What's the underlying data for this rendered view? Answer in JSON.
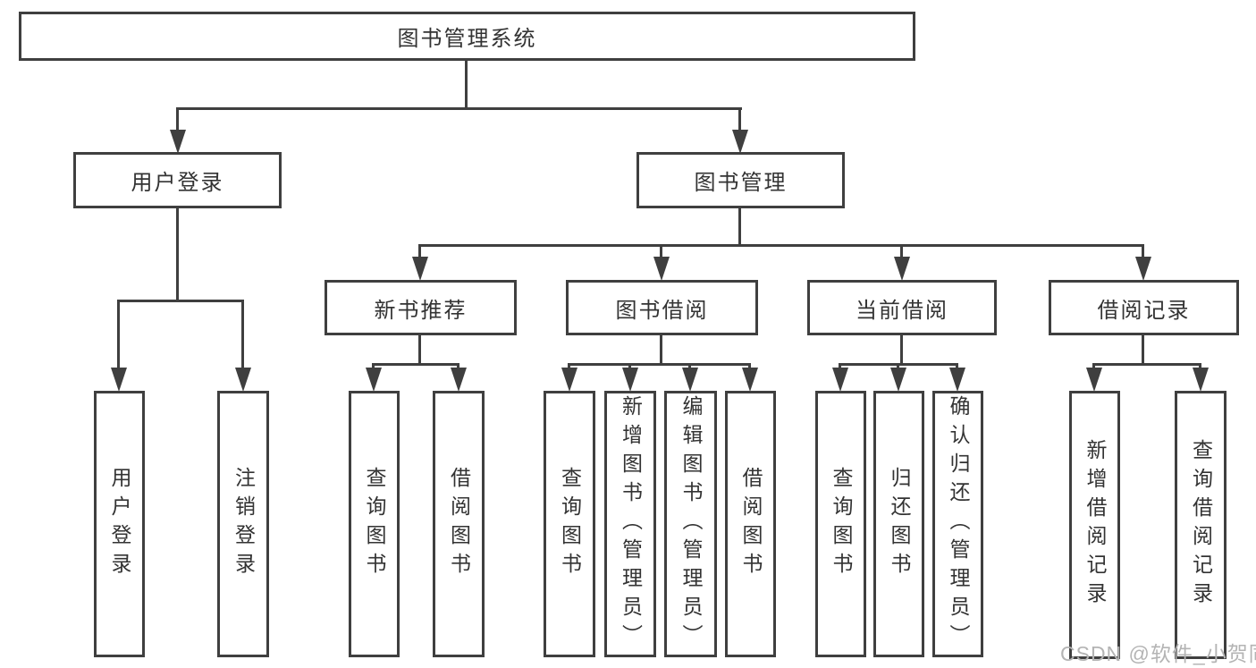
{
  "diagram": {
    "title": "图书管理系统",
    "watermark": "CSDN @软件_小贺同学",
    "colors": {
      "line": "#3f3f3f",
      "text": "#333333",
      "box_background": "#ffffff",
      "watermark": "#b4b4b4"
    },
    "nodes": {
      "root": "图书管理系统",
      "user_login": "用户登录",
      "book_mgmt": "图书管理",
      "new_book_rec": "新书推荐",
      "book_borrow": "图书借阅",
      "current_borrow": "当前借阅",
      "borrow_record": "借阅记录",
      "g1a": "用户登录",
      "g1b": "注销登录",
      "g2a": "查询图书",
      "g2b": "借阅图书",
      "g3a": "查询图书",
      "g3b": "新增图书（管理员）",
      "g3c": "编辑图书（管理员）",
      "g3d": "借阅图书",
      "g4a": "查询图书",
      "g4b": "归还图书",
      "g4c": "确认归还（管理员）",
      "g5a": "新增借阅记录",
      "g5b": "查询借阅记录"
    },
    "hierarchy": {
      "图书管理系统": [
        "用户登录",
        "图书管理"
      ],
      "用户登录": [
        "用户登录",
        "注销登录"
      ],
      "图书管理": [
        "新书推荐",
        "图书借阅",
        "当前借阅",
        "借阅记录"
      ],
      "新书推荐": [
        "查询图书",
        "借阅图书"
      ],
      "图书借阅": [
        "查询图书",
        "新增图书（管理员）",
        "编辑图书（管理员）",
        "借阅图书"
      ],
      "当前借阅": [
        "查询图书",
        "归还图书",
        "确认归还（管理员）"
      ],
      "借阅记录": [
        "新增借阅记录",
        "查询借阅记录"
      ]
    }
  }
}
